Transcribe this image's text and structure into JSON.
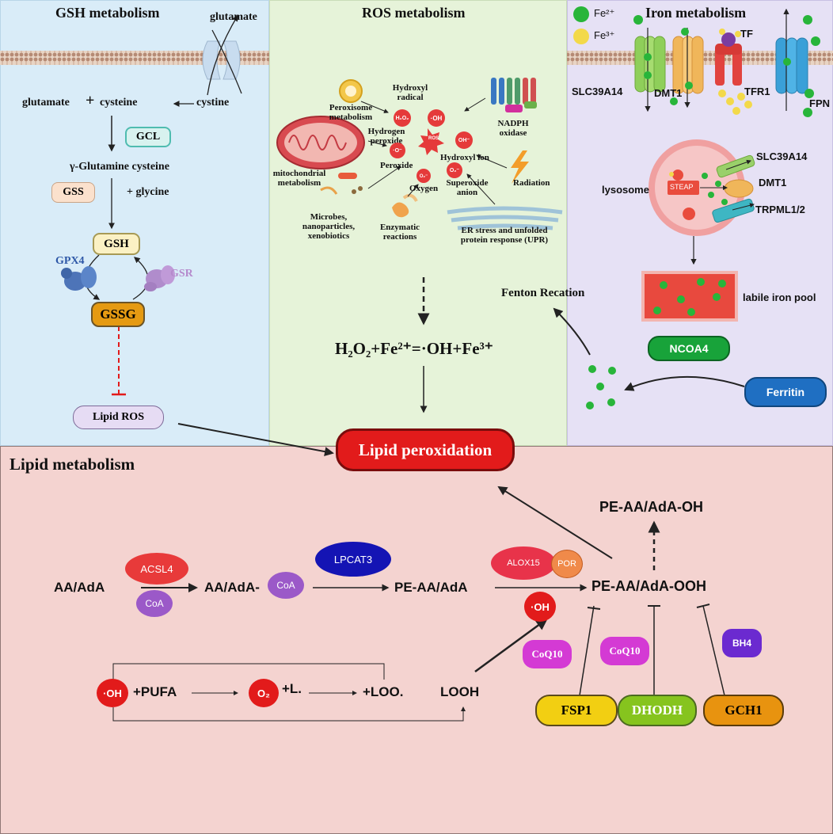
{
  "panels": {
    "gsh": {
      "title": "GSH metabolism",
      "glutamate_top": "glutamate",
      "glutamate": "glutamate",
      "plus": "+",
      "cysteine": "cysteine",
      "cystine": "cystine",
      "gcl": "GCL",
      "gamma": "γ-Glutamine cysteine",
      "gss": "GSS",
      "glycine": "+ glycine",
      "gsh": "GSH",
      "gpx4": "GPX4",
      "gsr": "GSR",
      "gssg": "GSSG",
      "lipid_ros": "Lipid ROS"
    },
    "ros": {
      "title": "ROS metabolism",
      "peroxisome": "Peroxisome metabolism",
      "hydroxyl_radical": "Hydroxyl radical",
      "hydrogen_peroxide": "Hydrogen peroxide",
      "nadph": "NADPH oxidase",
      "mito": "mitochondrial metabolism",
      "peroxide": "Peroxide",
      "oxygen": "Oxygen",
      "hydroxyl_ion": "Hydroxyl ion",
      "superoxide": "Superoxide anion",
      "radiation": "Radiation",
      "microbes": "Microbes, nanoparticles, xenobiotics",
      "enzymatic": "Enzymatic reactions",
      "er_stress": "ER stress and unfolded protein response (UPR)",
      "icon_h2o2": "H₂O₂",
      "icon_o": "·O⁻",
      "icon_oh": "·OH",
      "icon_ohm": "OH⁻",
      "icon_o2": "O₂⁻",
      "icon_ros": "ROS",
      "equation": "H₂O₂+Fe²⁺=·OH+Fe³⁺"
    },
    "iron": {
      "title": "Iron metabolism",
      "fe2": "Fe²⁺",
      "fe3": "Fe³⁺",
      "tf": "TF",
      "slc_top": "SLC39A14",
      "dmt1_top": "DMT1",
      "tfr1": "TFR1",
      "fpn": "FPN",
      "slc_lys": "SLC39A14",
      "dmt1_lys": "DMT1",
      "lysosome": "lysosome",
      "steap": "STEAP",
      "trpml": "TRPML1/2",
      "labile": "labile iron pool",
      "fenton": "Fenton Recation",
      "ncoa4": "NCOA4",
      "ferritin": "Ferritin"
    },
    "lipid": {
      "title": "Lipid metabolism",
      "lipid_peroxidation": "Lipid peroxidation",
      "pe_oh": "PE-AA/AdA-OH",
      "acsl4": "ACSL4",
      "lpcat3": "LPCAT3",
      "alox15": "ALOX15",
      "por": "POR",
      "aa": "AA/AdA",
      "coa": "CoA",
      "aa_coa": "AA/AdA-",
      "coa2": "CoA",
      "pe_aa": "PE-AA/AdA",
      "pe_ooh": "PE-AA/AdA-OOH",
      "oh": "·OH",
      "coq10a": "CoQ10",
      "coq10b": "CoQ10",
      "bh4": "BH4",
      "oh2": "·OH",
      "pufa": "+PUFA",
      "o2": "O₂",
      "l": "+L.",
      "loo": "+LOO.",
      "looh": "LOOH",
      "fsp1": "FSP1",
      "dhodh": "DHODH",
      "gch1": "GCH1"
    }
  },
  "colors": {
    "gsh_bg": "#d9ecf8",
    "ros_bg": "#e6f3d9",
    "iron_bg": "#e6e1f5",
    "lipid_bg": "#f4d3d0",
    "red": "#e21b1b",
    "fe2": "#28b53a",
    "fe3": "#f3d94a"
  }
}
